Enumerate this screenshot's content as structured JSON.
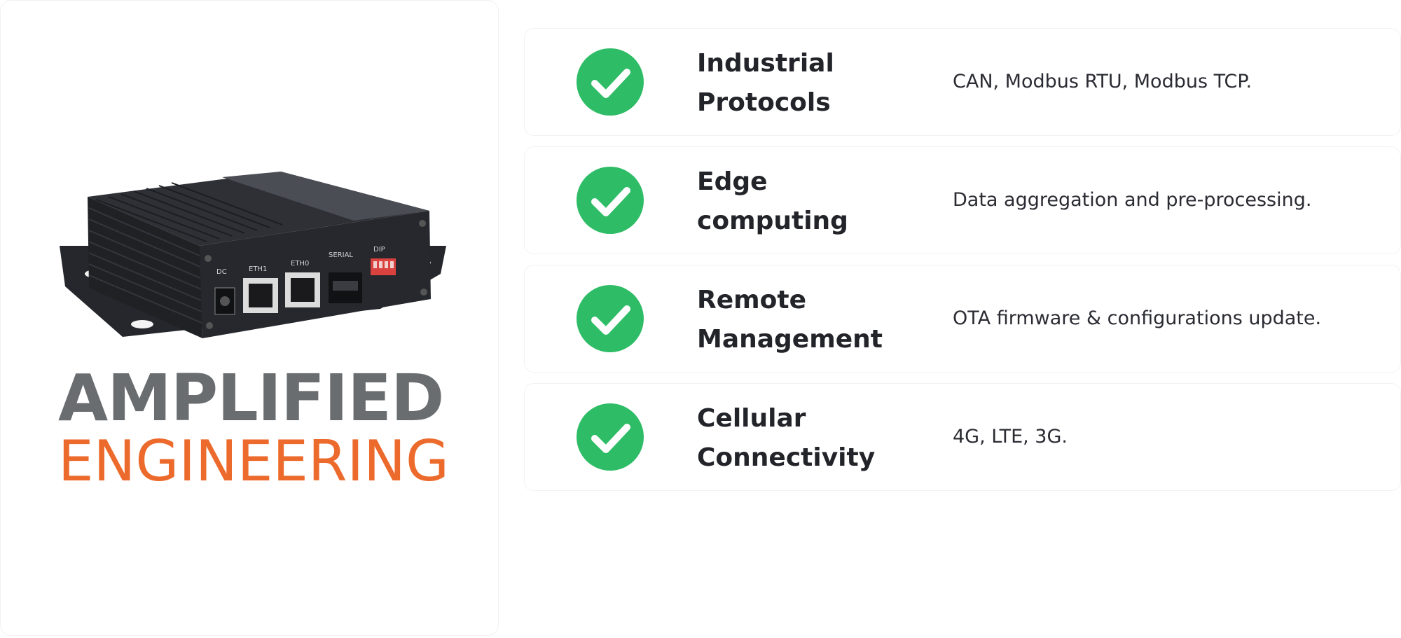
{
  "brand": {
    "line1": "AMPLIFIED",
    "line2": "ENGINEERING",
    "color_grey": "#6a6d70",
    "color_orange": "#ec6a2c"
  },
  "device": {
    "icon": "router-device-image",
    "labels": {
      "dc": "DC",
      "eth1": "ETH1",
      "eth0": "ETH0",
      "serial": "SERIAL",
      "dip": "DIP"
    }
  },
  "features": [
    {
      "icon": "check-circle-icon",
      "title": "Industrial Protocols",
      "description": "CAN, Modbus RTU, Modbus TCP."
    },
    {
      "icon": "check-circle-icon",
      "title": "Edge computing",
      "description": "Data aggregation and pre-processing."
    },
    {
      "icon": "check-circle-icon",
      "title": "Remote Management",
      "description": "OTA firmware & configurations update."
    },
    {
      "icon": "check-circle-icon",
      "title": "Cellular Connectivity",
      "description": "4G, LTE, 3G."
    }
  ],
  "colors": {
    "check_green": "#2ebd66",
    "text_dark": "#23242a"
  }
}
